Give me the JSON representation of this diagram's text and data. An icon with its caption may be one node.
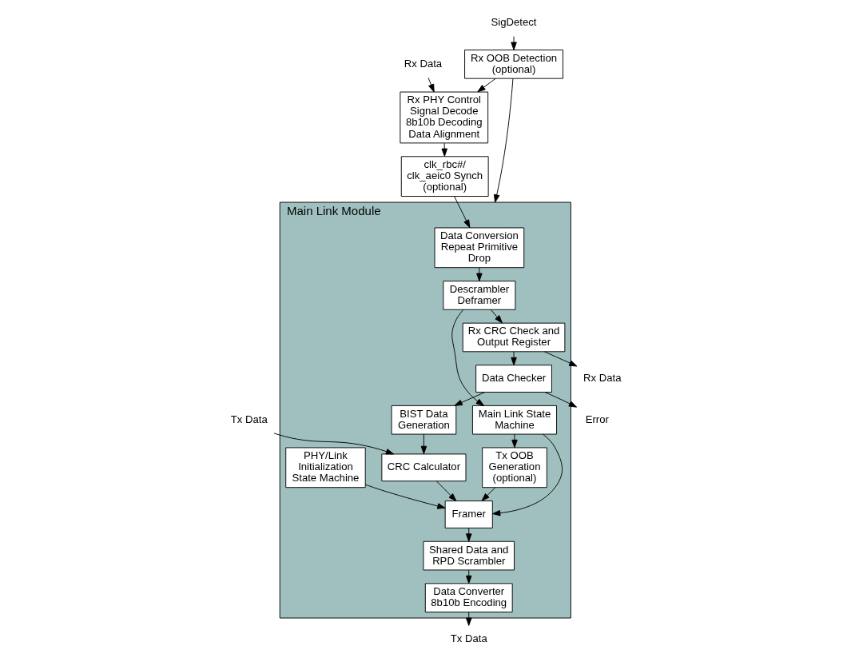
{
  "diagram": {
    "nodes": [
      {
        "text": [
          "Rx PHY Control",
          "Signal Decode",
          "8b10b Decoding",
          "Data Alignment"
        ]
      },
      {
        "text": [
          "clk_rbc#/ clk_aeic0 Synch (optional)"
        ]
      },
      {
        "text": [
          "Rx OOB Detection (optional)"
        ]
      },
      {
        "text": [
          "Main Link Module"
        ]
      },
      {
        "text": [
          "Data Conversion",
          "Repeat Primitive Drop"
        ],
        "in": 3
      },
      {
        "text": [
          "Descrambler",
          "Deframer"
        ],
        "in": 3
      },
      {
        "text": [
          "Rx CRC Check and Output Register"
        ],
        "in": 3
      },
      {
        "text": [
          "Data Checker"
        ],
        "in": 3
      },
      {
        "text": [
          "Tx OOB Generation (optional)"
        ],
        "in": 3
      },
      {
        "text": [
          "Main Link State Machine"
        ],
        "in": 3
      },
      {
        "text": [
          "PHY/Link Initialization State Machine"
        ],
        "in": 3
      },
      {
        "text": [
          "BIST Data Generation"
        ],
        "in": 3
      },
      {
        "text": [
          "Data Converter",
          "8b10b Encoding"
        ],
        "in": 3
      },
      {
        "text": [
          "Shared Data and RPD Scrambler"
        ],
        "in": 3
      },
      {
        "text": [
          "Framer"
        ],
        "in": 3
      },
      {
        "text": [
          "CRC Calculator"
        ],
        "in": 3
      },
      {
        "text": [
          "Rx Data"
        ]
      },
      {
        "text": [
          "SigDetect"
        ]
      },
      {
        "text": [
          "Rx Data"
        ]
      },
      {
        "text": [
          "Error"
        ]
      },
      {
        "text": [
          "Tx Data"
        ]
      },
      {
        "text": [
          "Tx Data"
        ]
      }
    ],
    "edges": [
      {
        "from": 16,
        "to": 0,
        "arrow": "to"
      },
      {
        "from": 0,
        "to": 1,
        "arrow": "to"
      },
      {
        "from": 1,
        "to": 4,
        "arrow": "to"
      },
      {
        "from": 17,
        "to": 2,
        "arrow": "to"
      },
      {
        "from": 2,
        "to": 0,
        "arrow": "to"
      },
      {
        "from": 2,
        "to": 3,
        "arrow": "to"
      },
      {
        "from": 4,
        "to": 5,
        "arrow": "to"
      },
      {
        "from": 5,
        "to": 6,
        "arrow": "to"
      },
      {
        "from": 6,
        "to": 18,
        "arrow": "to"
      },
      {
        "from": 6,
        "to": 7,
        "arrow": "to"
      },
      {
        "from": 7,
        "to": 19,
        "arrow": "to"
      },
      {
        "from": 5,
        "to": 9,
        "arrow": "to"
      },
      {
        "from": 9,
        "to": 8,
        "arrow": "to"
      },
      {
        "from": 7,
        "to": 11,
        "arrow": "to"
      },
      {
        "from": 8,
        "to": 14,
        "arrow": "to"
      },
      {
        "from": 9,
        "to": 14,
        "arrow": "to"
      },
      {
        "from": 10,
        "to": 14,
        "arrow": "to"
      },
      {
        "from": 11,
        "to": 15,
        "arrow": "to"
      },
      {
        "from": 21,
        "to": 15,
        "arrow": "to"
      },
      {
        "from": 15,
        "to": 14,
        "arrow": "to"
      },
      {
        "from": 14,
        "to": 13,
        "arrow": "to"
      },
      {
        "from": 13,
        "to": 12,
        "arrow": "to"
      },
      {
        "from": 12,
        "to": 20,
        "arrow": "to"
      }
    ]
  }
}
